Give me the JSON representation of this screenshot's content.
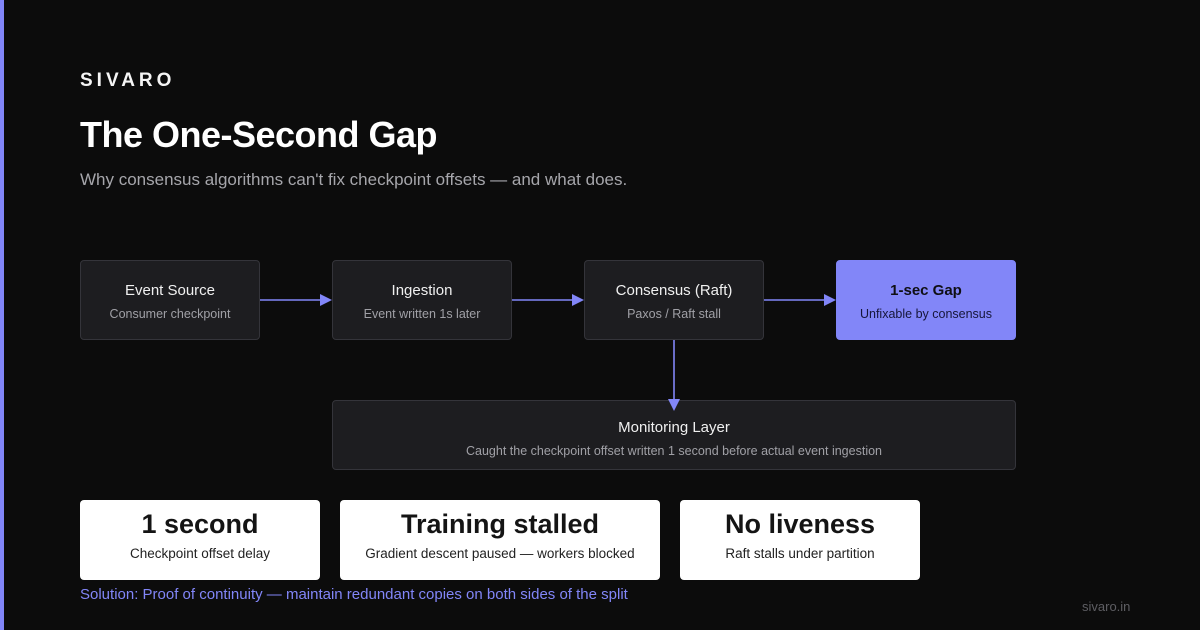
{
  "brand": "SIVARO",
  "title": "The One-Second Gap",
  "subtitle": "Why consensus algorithms can't fix checkpoint offsets — and what does.",
  "colors": {
    "background": "#0c0c0c",
    "accent": "#8286f8",
    "node_fill": "#1d1d20",
    "node_border": "#34343a",
    "stat_card": "#ffffff"
  },
  "flow": {
    "nodes": [
      {
        "name": "Event Source",
        "desc": "Consumer checkpoint"
      },
      {
        "name": "Ingestion",
        "desc": "Event written 1s later"
      },
      {
        "name": "Consensus (Raft)",
        "desc": "Paxos / Raft stall"
      },
      {
        "name": "1-sec Gap",
        "desc": "Unfixable by consensus"
      }
    ],
    "monitor": {
      "name": "Monitoring Layer",
      "desc": "Caught the checkpoint offset written 1 second before actual event ingestion"
    }
  },
  "stats": [
    {
      "big": "1 second",
      "small": "Checkpoint offset delay"
    },
    {
      "big": "Training stalled",
      "small": "Gradient descent paused — workers blocked"
    },
    {
      "big": "No liveness",
      "small": "Raft stalls under partition"
    }
  ],
  "solution": "Solution: Proof of continuity — maintain redundant copies on both sides of the split",
  "footer_url": "sivaro.in"
}
